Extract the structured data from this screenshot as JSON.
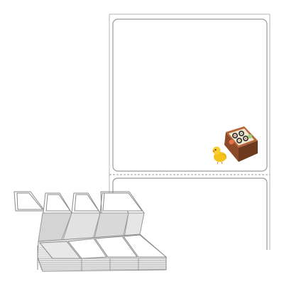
{
  "product": {
    "type": "fanfold-label-stack",
    "label_shape": "rounded-rectangle",
    "perforation": "dashed-line",
    "illustration": [
      "chick-icon",
      "sushi-box-icon"
    ],
    "colors": {
      "outline": "#8a8a8a",
      "label_fill": "#ffffff",
      "fold_fill": "#d0d0d0",
      "backing": "#f2f2f2"
    }
  }
}
